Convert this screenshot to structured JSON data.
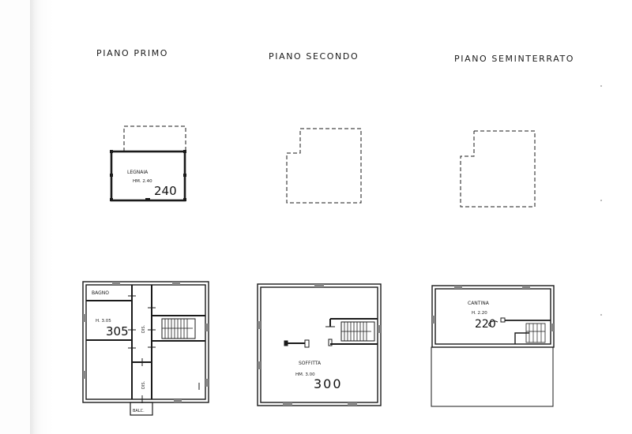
{
  "document": {
    "type": "floor-plan-sheet",
    "columns": [
      {
        "title": "PIANO PRIMO",
        "upper_plan": {
          "room": "LEGNAIA",
          "height_label": "HM. 2.40",
          "height_handwritten": "240"
        },
        "lower_plan": {
          "rooms": [
            "BAGNO",
            "DIS.",
            "DIS.",
            "BALC."
          ],
          "height_label": "H. 3.05",
          "height_handwritten": "305"
        }
      },
      {
        "title": "PIANO SECONDO",
        "upper_plan": {
          "outline": "dashed"
        },
        "lower_plan": {
          "room": "SOFFITTA",
          "height_label": "HM. 3.00",
          "height_handwritten": "300"
        }
      },
      {
        "title": "PIANO SEMINTERRATO",
        "upper_plan": {
          "outline": "dashed"
        },
        "lower_plan": {
          "room": "CANTINA",
          "height_label": "H. 2.20",
          "height_handwritten": "220"
        }
      }
    ]
  },
  "colors": {
    "ink": "#1a1a1a",
    "paper": "#ffffff",
    "margin": "#fdfdfd"
  }
}
